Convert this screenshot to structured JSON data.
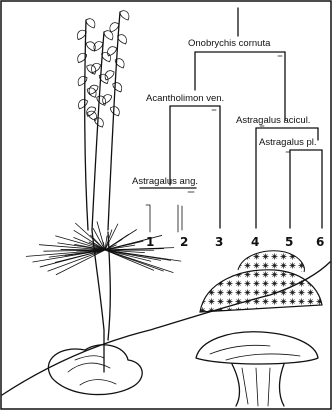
{
  "diagram": {
    "taxa": [
      {
        "label": "Onobrychis cornuta"
      },
      {
        "label": "Acantholimon ven."
      },
      {
        "label": "Astragalus acicul."
      },
      {
        "label": "Astragalus pl."
      },
      {
        "label": "Astragalus ang."
      }
    ],
    "numbers": [
      "1",
      "2",
      "3",
      "4",
      "5",
      "6"
    ]
  }
}
